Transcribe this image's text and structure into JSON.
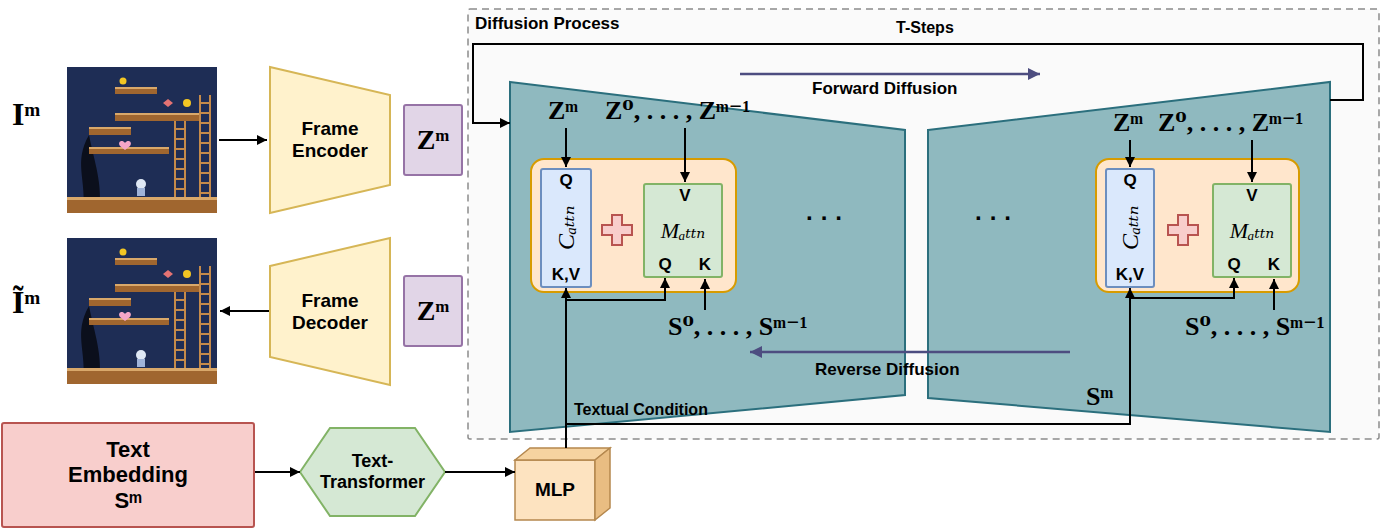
{
  "diagram": {
    "nodes": [
      {
        "text": [
          "Frame Encoder"
        ]
      },
      {
        "text": [
          "Zᵐ"
        ]
      },
      {
        "text": [
          "Frame Decoder"
        ]
      },
      {
        "text": [
          "Zᵐ"
        ]
      },
      {
        "text": [
          "Diffusion Process"
        ]
      },
      {
        "text": [
          "Zᵐ",
          "Z⁰, . . . , Zᵐ⁻¹",
          "· · ·",
          "S⁰, . . . , Sᵐ⁻¹"
        ],
        "in": 4
      },
      {
        "text": [
          "Q",
          "Cₐₜₜₙ",
          "K,V"
        ],
        "in": 5
      },
      {
        "text": [
          "V",
          "Mₐₜₜₙ",
          "Q",
          "K"
        ],
        "in": 5
      },
      {
        "text": [
          "· · ·",
          "Zᵐ",
          "Z⁰, . . . , Zᵐ⁻¹",
          "S⁰, . . . , Sᵐ⁻¹"
        ],
        "in": 4
      },
      {
        "text": [
          "Q",
          "Cₐₜₜₙ",
          "K,V"
        ],
        "in": 8
      },
      {
        "text": [
          "V",
          "Mₐₜₜₙ",
          "Q",
          "K"
        ],
        "in": 8
      },
      {
        "text": [
          "Text Embedding Sᵐ"
        ]
      },
      {
        "text": [
          "Text-Transformer"
        ]
      },
      {
        "text": [
          "MLP"
        ]
      }
    ],
    "edges": [
      {
        "from": 11,
        "to": 12,
        "arrow": "to"
      },
      {
        "from": 12,
        "to": 13,
        "arrow": "to"
      },
      {
        "from": 13,
        "to": 6,
        "arrow": "to",
        "label": "Textual Condition"
      },
      {
        "from": 13,
        "to": 7,
        "arrow": "to"
      },
      {
        "from": 13,
        "to": 9,
        "arrow": "to"
      },
      {
        "from": 13,
        "to": 10,
        "arrow": "to"
      },
      {
        "from": 8,
        "to": 5,
        "arrow": "to",
        "label": "T-Steps"
      }
    ],
    "labels": [
      "Iᵐ",
      "Ĩᵐ",
      "Forward Diffusion",
      "Reverse Diffusion",
      "Sᵐ"
    ]
  }
}
